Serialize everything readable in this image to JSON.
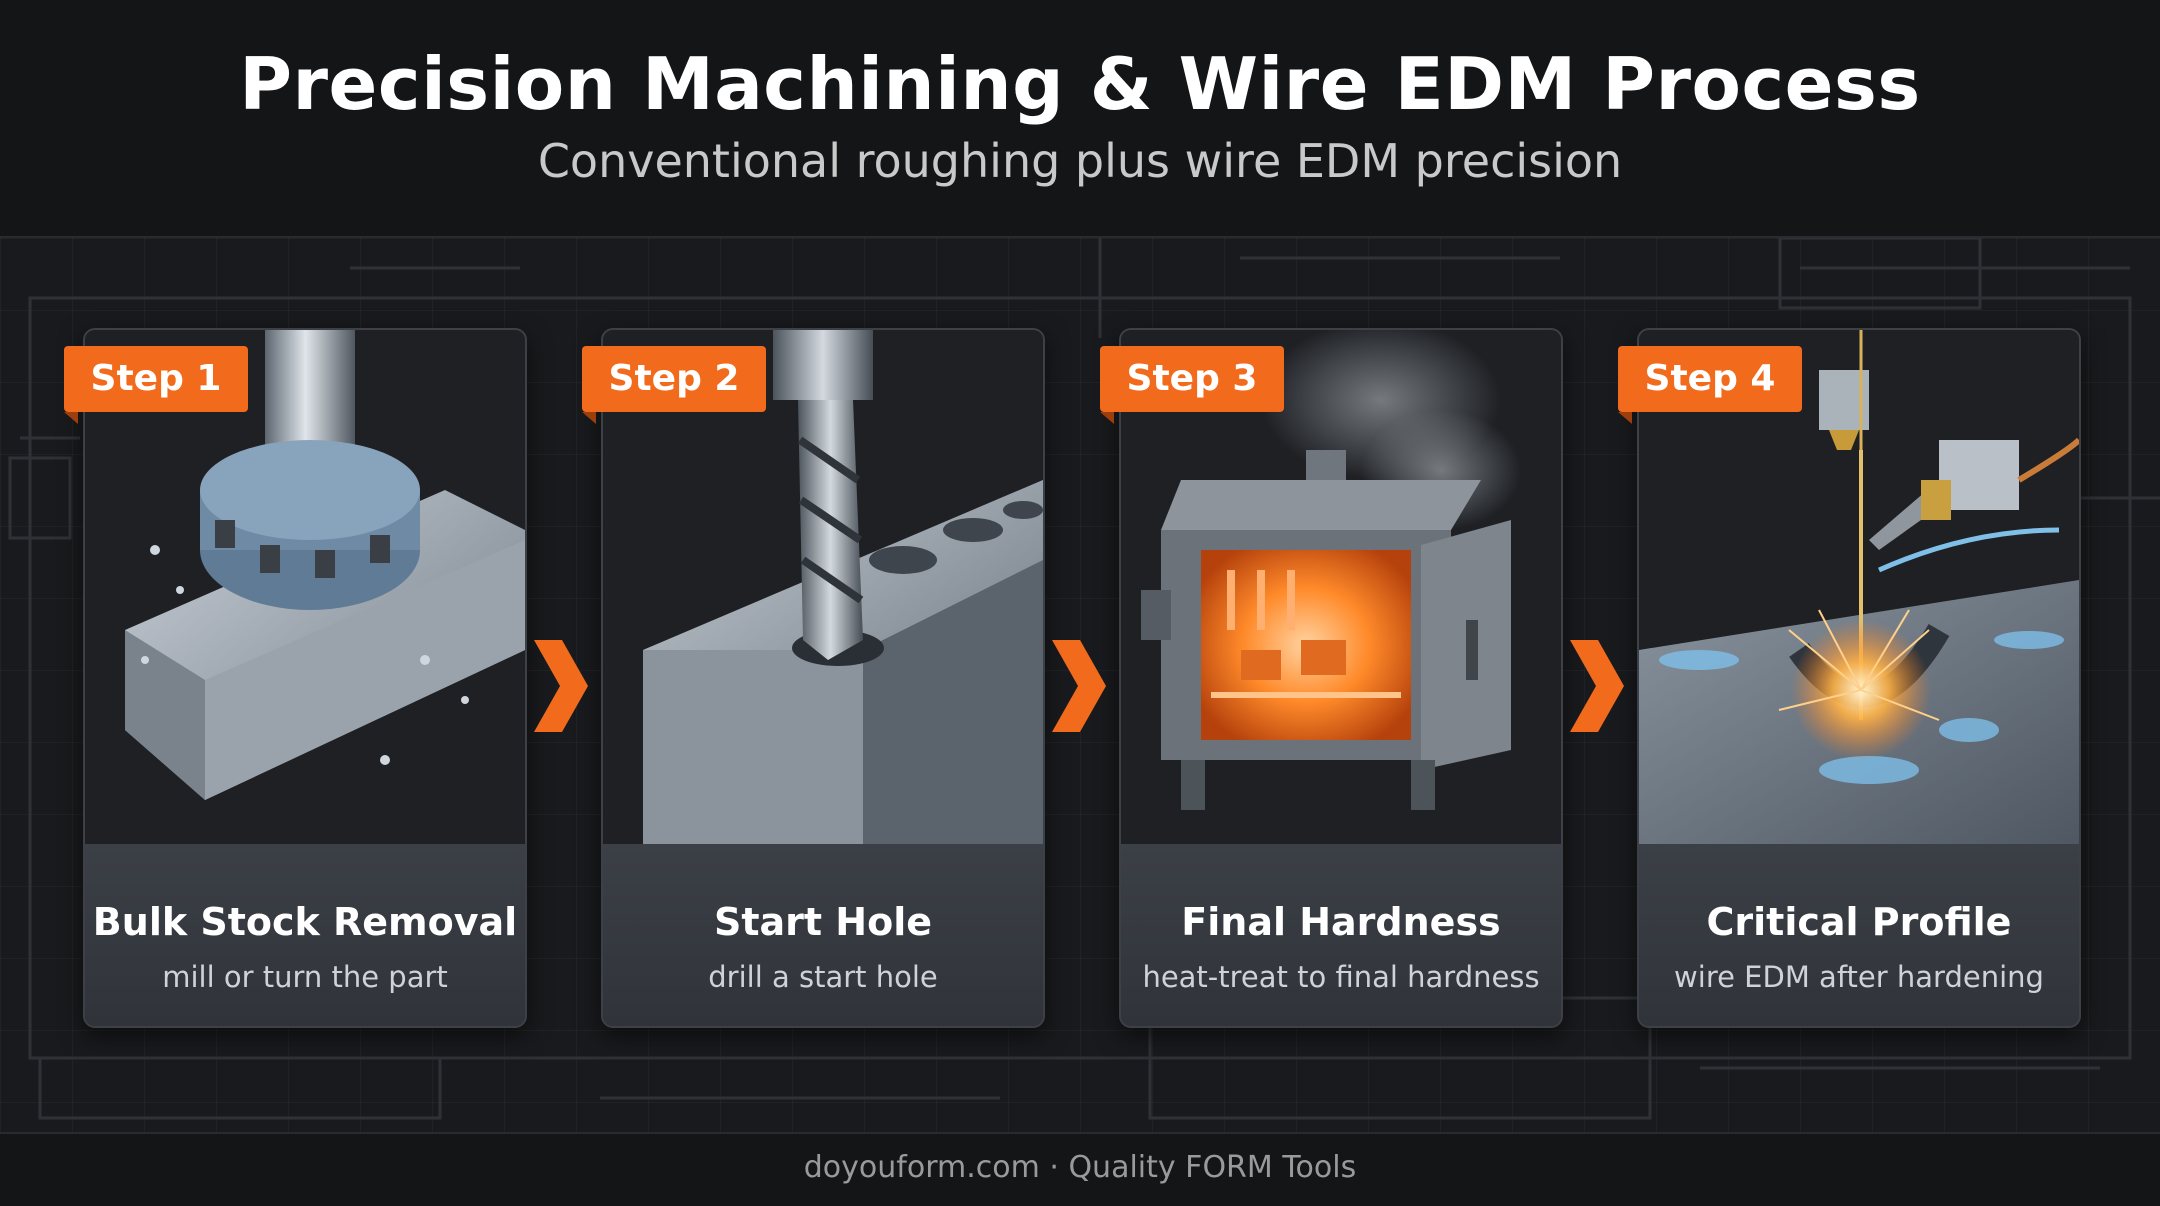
{
  "header": {
    "title": "Precision Machining & Wire EDM Process",
    "subtitle": "Conventional roughing plus wire EDM precision"
  },
  "steps": [
    {
      "badge": "Step 1",
      "title": "Bulk Stock Removal",
      "subtitle": "mill or turn the part",
      "icon": "face-mill-icon"
    },
    {
      "badge": "Step 2",
      "title": "Start Hole",
      "subtitle": "drill a start hole",
      "icon": "drill-bit-icon"
    },
    {
      "badge": "Step 3",
      "title": "Final Hardness",
      "subtitle": "heat-treat to final hardness",
      "icon": "furnace-icon"
    },
    {
      "badge": "Step 4",
      "title": "Critical Profile",
      "subtitle": "wire EDM after hardening",
      "icon": "wire-edm-icon"
    }
  ],
  "footer": {
    "text": "doyouform.com · Quality FORM Tools"
  },
  "colors": {
    "accent": "#f26a1b",
    "background": "#141517",
    "card": "#2a2d32"
  }
}
